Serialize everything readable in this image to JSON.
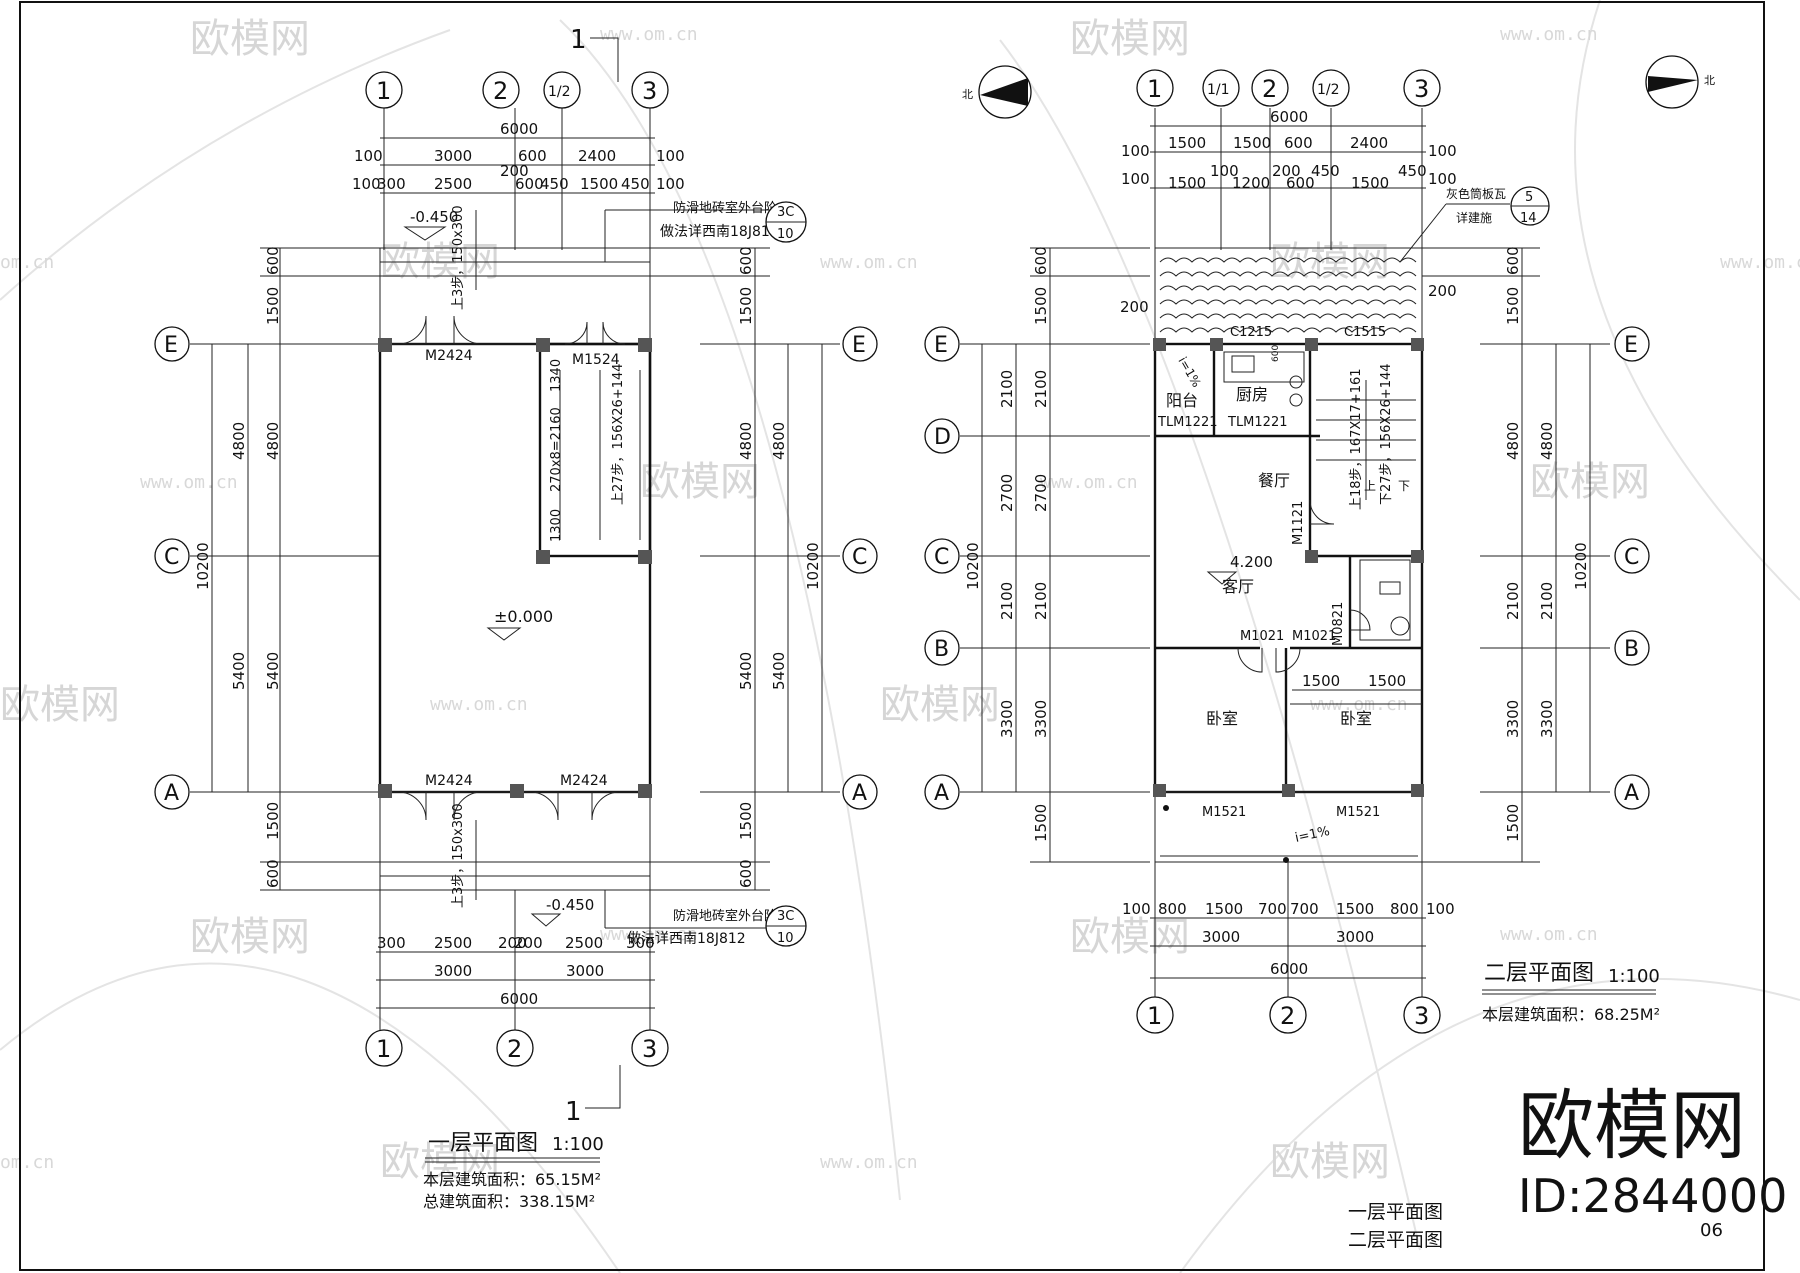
{
  "watermark": {
    "brand": "欧模网",
    "site": "www.om.cn",
    "site_short": "om.cn"
  },
  "section_mark": {
    "label": "1"
  },
  "north_label": "北",
  "grid_labels": {
    "col1": "1",
    "col2": "2",
    "col_half": "1/2",
    "col3": "3",
    "col_1_1": "1/1",
    "rowE": "E",
    "rowD": "D",
    "rowC": "C",
    "rowB": "B",
    "rowA": "A"
  },
  "plan1": {
    "title": "一层平面图",
    "scale": "1:100",
    "area_line1": "本层建筑面积：65.15M²",
    "area_line2": "总建筑面积：338.15M²",
    "dims_top": {
      "total": "6000",
      "row2": [
        "100",
        "3000",
        "600",
        "2400",
        "100"
      ],
      "row3": [
        "100",
        "300",
        "2500",
        "200",
        "600",
        "450",
        "1500",
        "450",
        "100"
      ]
    },
    "dims_bottom": {
      "row1": [
        "300",
        "2500",
        "200",
        "200",
        "2500",
        "300"
      ],
      "row2": [
        "3000",
        "3000"
      ],
      "total": "6000"
    },
    "dims_left_outer": [
      "600",
      "1500",
      "4800",
      "5400",
      "1500",
      "600"
    ],
    "dims_left_total": "10200",
    "dims_right_outer": [
      "600",
      "1500",
      "4800",
      "5400",
      "1500",
      "600"
    ],
    "dims_right_total": "10200",
    "stair_inner": [
      "1340",
      "270x8=2160",
      "1300"
    ],
    "stair_text": "上27步，156X26+144",
    "step_top": "上3步，150x300",
    "step_bottom": "上3步，150x300",
    "level_out": "-0.450",
    "level_floor": "±0.000",
    "doors": [
      "M2424",
      "M1524",
      "M2424",
      "M2424"
    ],
    "note_line1": "防滑地砖室外台阶",
    "note_line2": "做法详西南18J812",
    "note_ref_top": "3C",
    "note_ref_bottom": "10"
  },
  "plan2": {
    "title": "二层平面图",
    "scale": "1:100",
    "area_line1": "本层建筑面积：68.25M²",
    "dims_top": {
      "total": "6000",
      "row2": [
        "100",
        "1500",
        "1500",
        "600",
        "2400",
        "100"
      ],
      "row3": [
        "100",
        "1500",
        "100",
        "1200",
        "200",
        "600",
        "450",
        "1500",
        "450",
        "100"
      ]
    },
    "dims_bottom": {
      "row1": [
        "100",
        "800",
        "1500",
        "700",
        "700",
        "1500",
        "800",
        "100"
      ],
      "row2": [
        "3000",
        "3000"
      ],
      "total": "6000"
    },
    "dims_left": [
      "600",
      "1500",
      "2100",
      "2700",
      "2100",
      "3300",
      "1500"
    ],
    "dims_left_total": "10200",
    "dims_right": [
      "600",
      "1500",
      "4800",
      "2100",
      "3300",
      "1500"
    ],
    "dims_right_total": "10200",
    "roof_note_line1": "灰色筒板瓦",
    "roof_note_line2": "详建施",
    "roof_ref_top": "5",
    "roof_ref_bottom": "14",
    "side_200_left": "200",
    "side_200_right": "200",
    "windows": [
      "C1215",
      "C1515"
    ],
    "rooms": [
      "阳台",
      "厨房",
      "餐厅",
      "客厅",
      "卧室",
      "卧室"
    ],
    "doors": [
      "TLM1221",
      "TLM1221",
      "M1121",
      "M1021",
      "M1021",
      "M0821",
      "M1521",
      "M1521"
    ],
    "level": "4.200",
    "slope_balcony": "i=1%",
    "slope_front": "i=1%",
    "stair_up": "上18步，167X17+161",
    "stair_down": "下27步，156X26+144",
    "stair_up_mark": "上",
    "stair_down_mark": "下",
    "small_600": "600",
    "dim_1500a": "1500",
    "dim_1500b": "1500"
  },
  "footer": {
    "sheet_title_1": "一层平面图",
    "sheet_title_2": "二层平面图",
    "page_no": "06",
    "brand_big": "欧模网",
    "id_text": "ID:2844000"
  }
}
